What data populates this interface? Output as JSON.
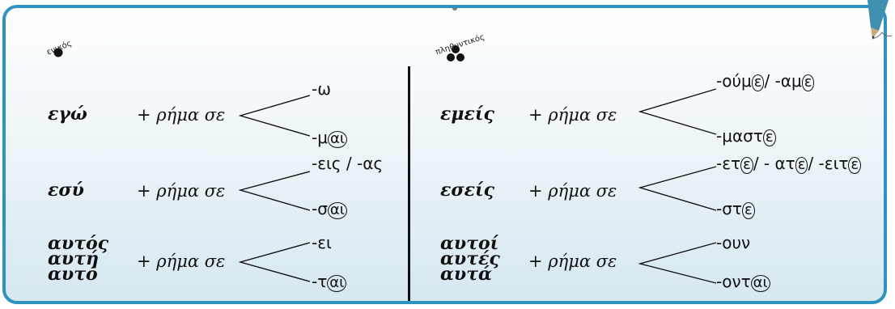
{
  "badges": {
    "singular": "ενικός",
    "plural": "πληθυντικός"
  },
  "connector": "+ ρήμα σε",
  "singular": [
    {
      "pronoun": [
        "εγώ"
      ],
      "endings": [
        {
          "text": "-ω"
        },
        {
          "text": "-μ",
          "circled": "αι"
        }
      ]
    },
    {
      "pronoun": [
        "εσύ"
      ],
      "endings": [
        {
          "text": "-εις / -ας"
        },
        {
          "text": "-σ",
          "circled": "αι"
        }
      ]
    },
    {
      "pronoun": [
        "αυτός",
        "αυτή",
        "αυτό"
      ],
      "endings": [
        {
          "text": "-ει"
        },
        {
          "text": "-τ",
          "circled": "αι"
        }
      ]
    }
  ],
  "plural": [
    {
      "pronoun": [
        "εμείς"
      ],
      "endings": [
        {
          "text": "-ούμ",
          "circled": "ε",
          "text2": "/ -αμ",
          "circled2": "ε"
        },
        {
          "text": "-μαστ",
          "circled": "ε"
        }
      ]
    },
    {
      "pronoun": [
        "εσείς"
      ],
      "endings": [
        {
          "text": "-ετ",
          "circled": "ε",
          "text2": "/ - ατ",
          "circled2": "ε",
          "text3": "/ -ειτ",
          "circled3": "ε"
        },
        {
          "text": "-στ",
          "circled": "ε"
        }
      ]
    },
    {
      "pronoun": [
        "αυτοί",
        "αυτές",
        "αυτά"
      ],
      "endings": [
        {
          "text": "-ουν"
        },
        {
          "text": "-οντ",
          "circled": "αι"
        }
      ]
    }
  ]
}
